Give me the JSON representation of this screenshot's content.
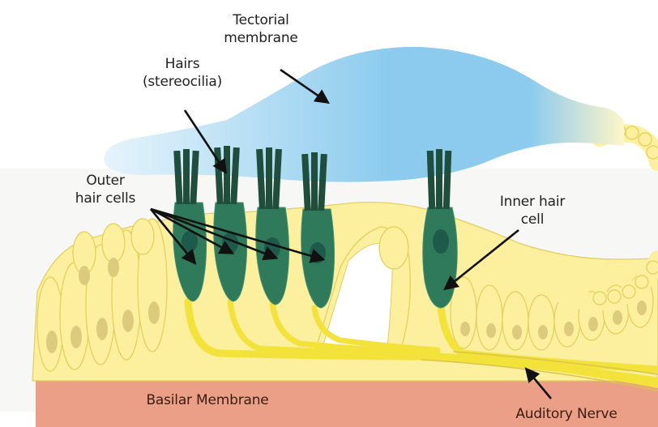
{
  "labels": {
    "tectorial_line1": "Tectorial",
    "tectorial_line2": "membrane",
    "hairs_line1": "Hairs",
    "hairs_line2": "(stereocilia)",
    "outer_line1": "Outer",
    "outer_line2": "hair cells",
    "inner_line1": "Inner hair",
    "inner_line2": "cell",
    "basilar": "Basilar Membrane",
    "nerve": "Auditory Nerve"
  },
  "colors": {
    "tectorial_light": "#e6f4fb",
    "tectorial_dark": "#8ccbee",
    "support_cell": "#fcef9d",
    "support_outline": "#e1cf5c",
    "nucleus_support": "#dccb7c",
    "hair_cell": "#2f7a5a",
    "hair_cell_light": "#3e9270",
    "nucleus_hair": "#1e5a49",
    "stereocilia": "#1f4f3c",
    "nerve": "#f2e23a",
    "basilar": "#ec9f87",
    "arrow": "#111111"
  }
}
